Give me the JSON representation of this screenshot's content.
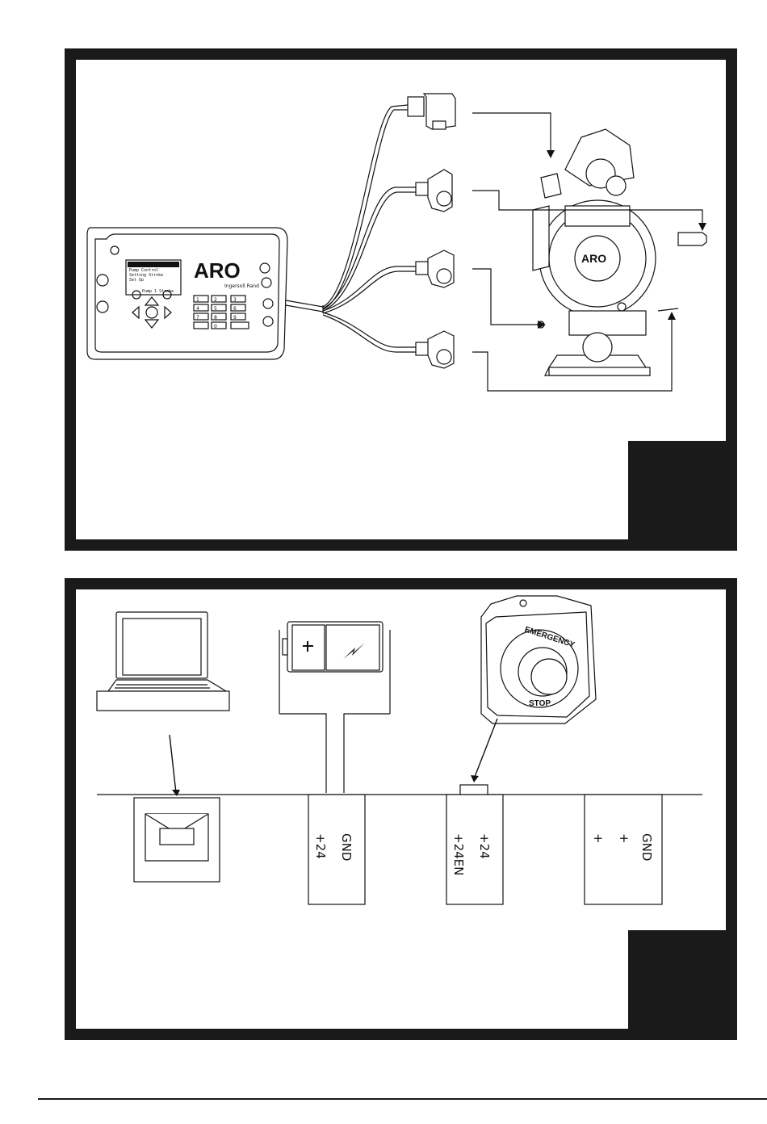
{
  "figure1": {
    "controller": {
      "brand": "ARO",
      "manufacturer": "Ingersoll Rand",
      "display_lines": [
        "Pump Control",
        "Setting Stroke",
        "Set Up"
      ],
      "display_footer": "Pump 1 Stroke",
      "keypad": [
        "1",
        "2",
        "3",
        "4",
        "5",
        "6",
        "7",
        "8",
        "9",
        "0"
      ]
    },
    "pump": {
      "brand": "ARO"
    }
  },
  "figure2": {
    "terminals": {
      "power": [
        "+24",
        "GND"
      ],
      "estop": [
        "+24EN",
        "+24"
      ],
      "output": [
        "+",
        "+",
        "GND"
      ]
    },
    "estop_text": {
      "top": "EMERGENCY",
      "bottom": "STOP"
    }
  },
  "colors": {
    "frame": "#1a1a1a",
    "line": "#111111",
    "background": "#ffffff"
  }
}
